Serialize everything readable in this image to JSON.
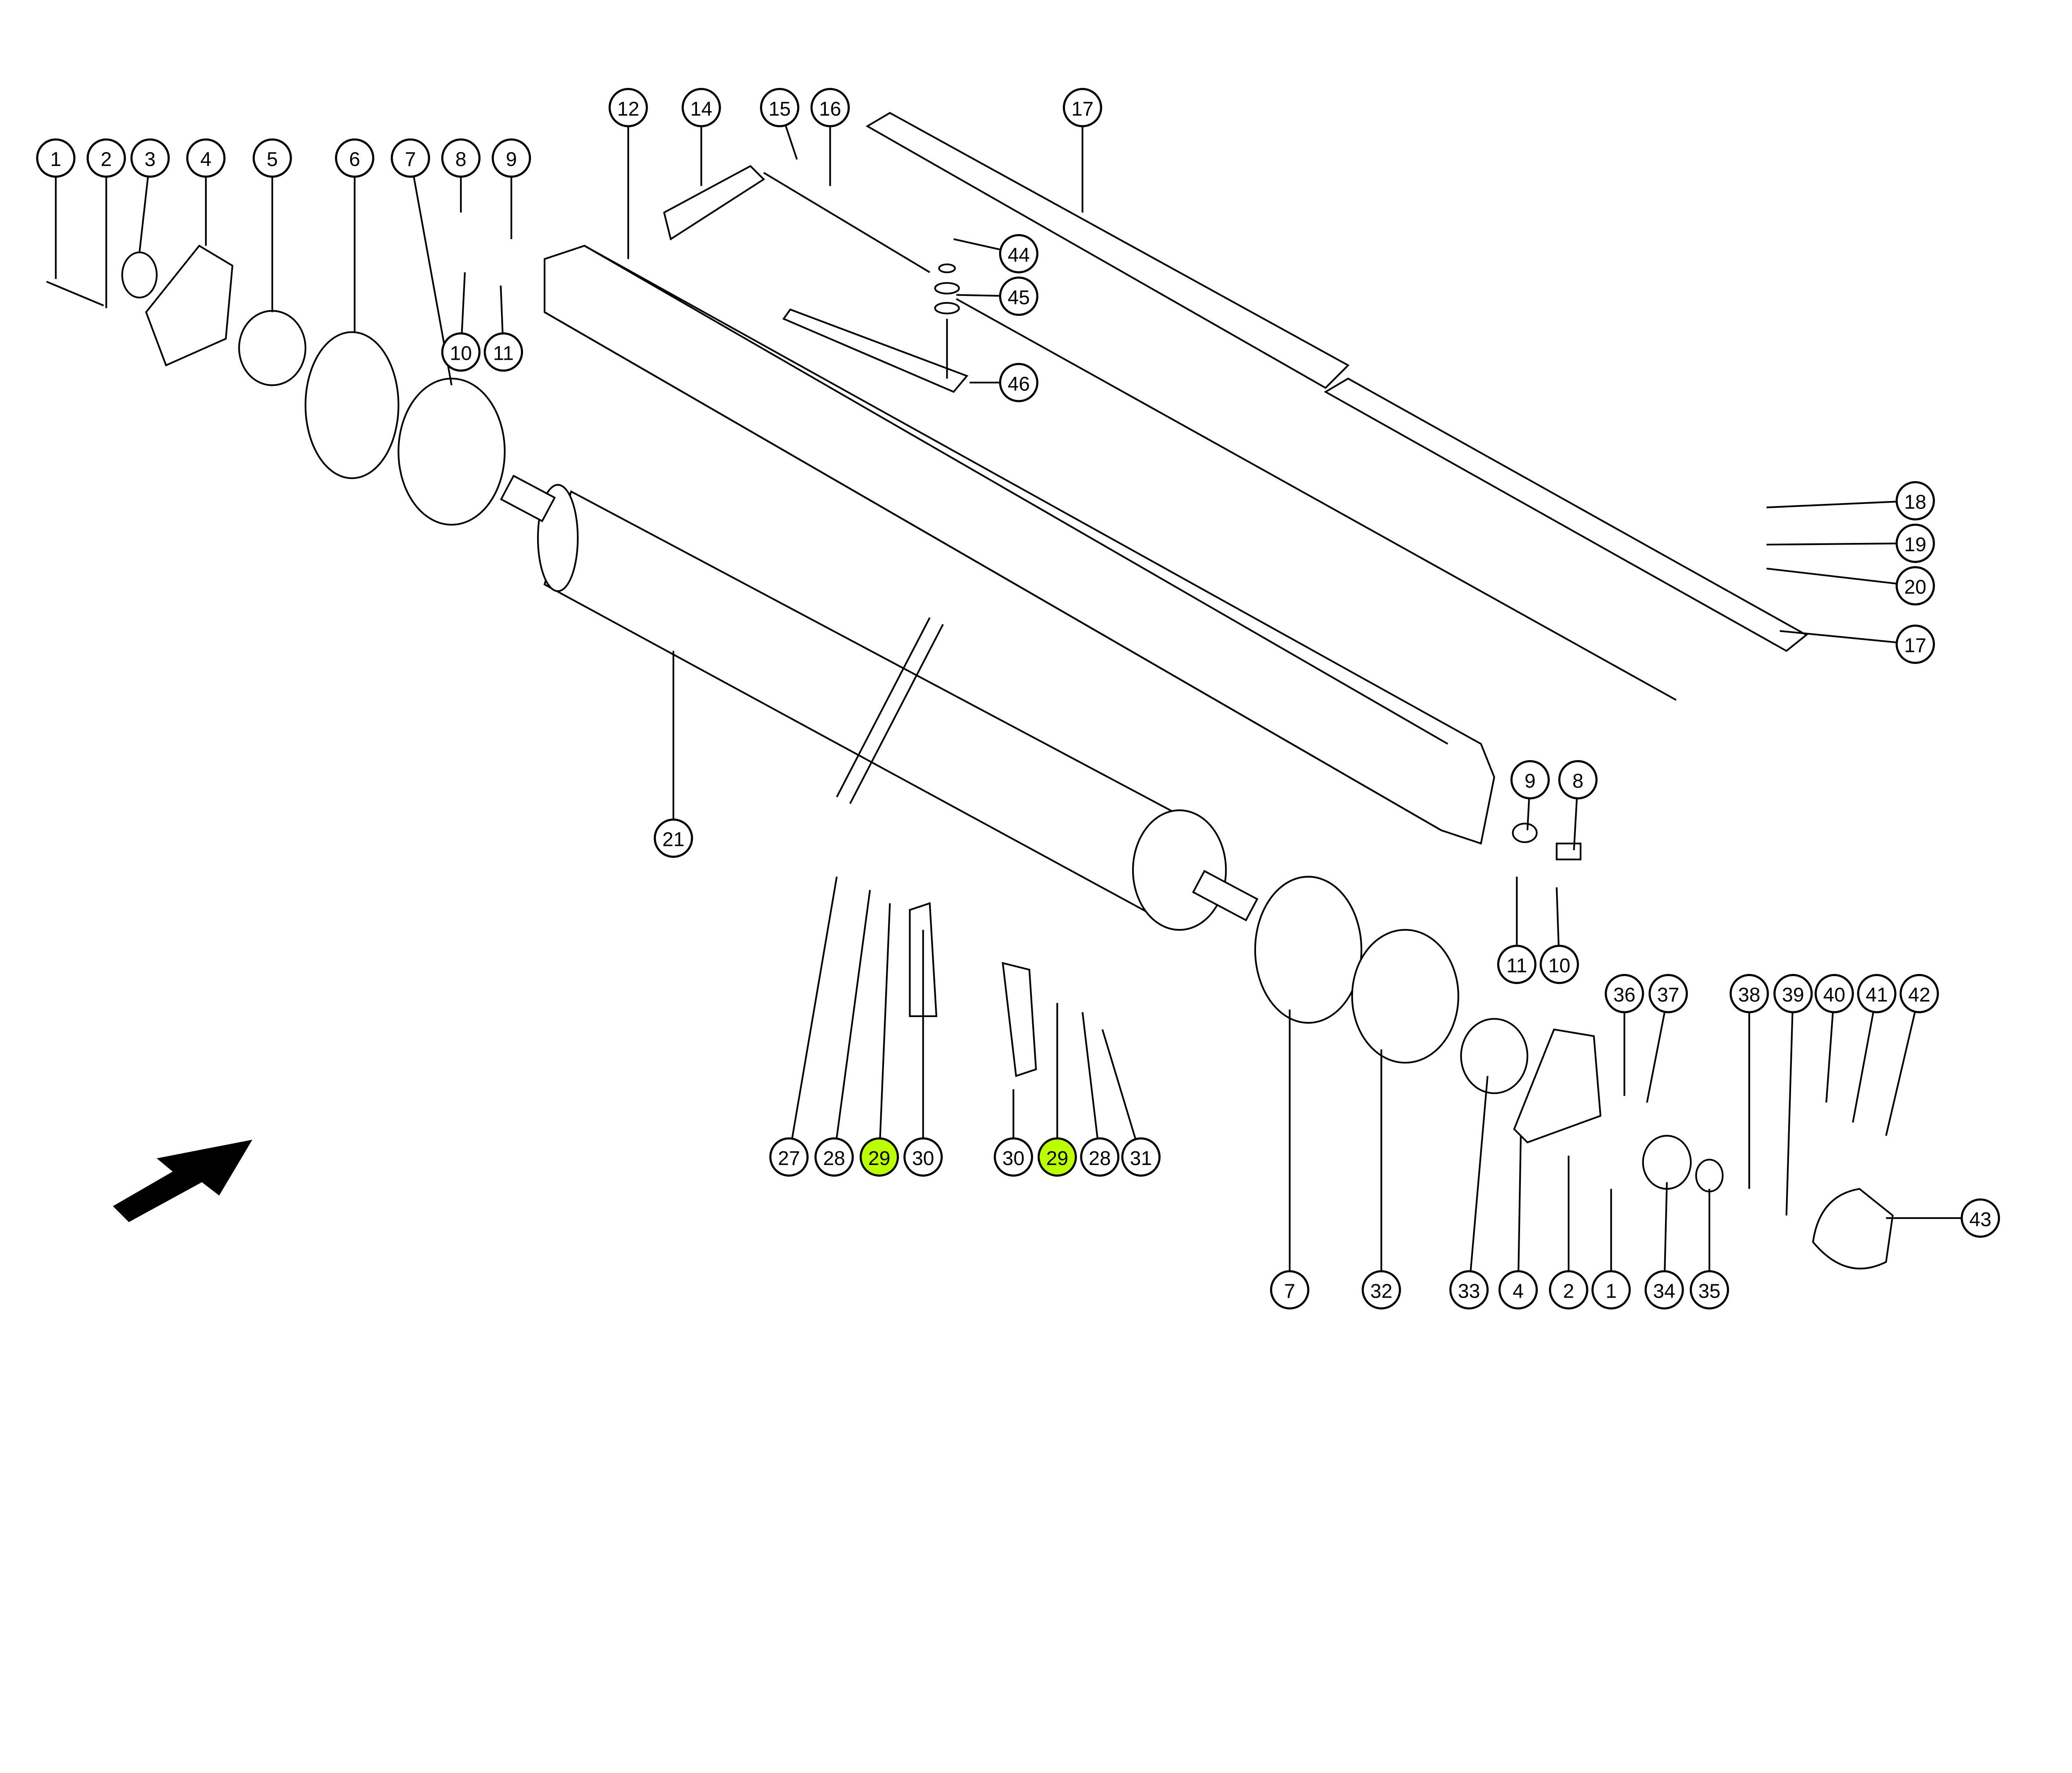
{
  "diagram": {
    "highlight_color": "#bbff00",
    "highlighted_part": "29",
    "direction_icon": "arrow-icon",
    "callouts": [
      "1",
      "2",
      "3",
      "4",
      "5",
      "6",
      "7",
      "8",
      "9",
      "10",
      "11",
      "12",
      "14",
      "15",
      "16",
      "17",
      "44",
      "45",
      "46",
      "18",
      "19",
      "20",
      "17",
      "9",
      "8",
      "11",
      "10",
      "21",
      "27",
      "28",
      "29",
      "30",
      "30",
      "29",
      "28",
      "31",
      "7",
      "32",
      "33",
      "4",
      "2",
      "1",
      "34",
      "35",
      "36",
      "37",
      "38",
      "39",
      "40",
      "41",
      "42",
      "43"
    ]
  }
}
